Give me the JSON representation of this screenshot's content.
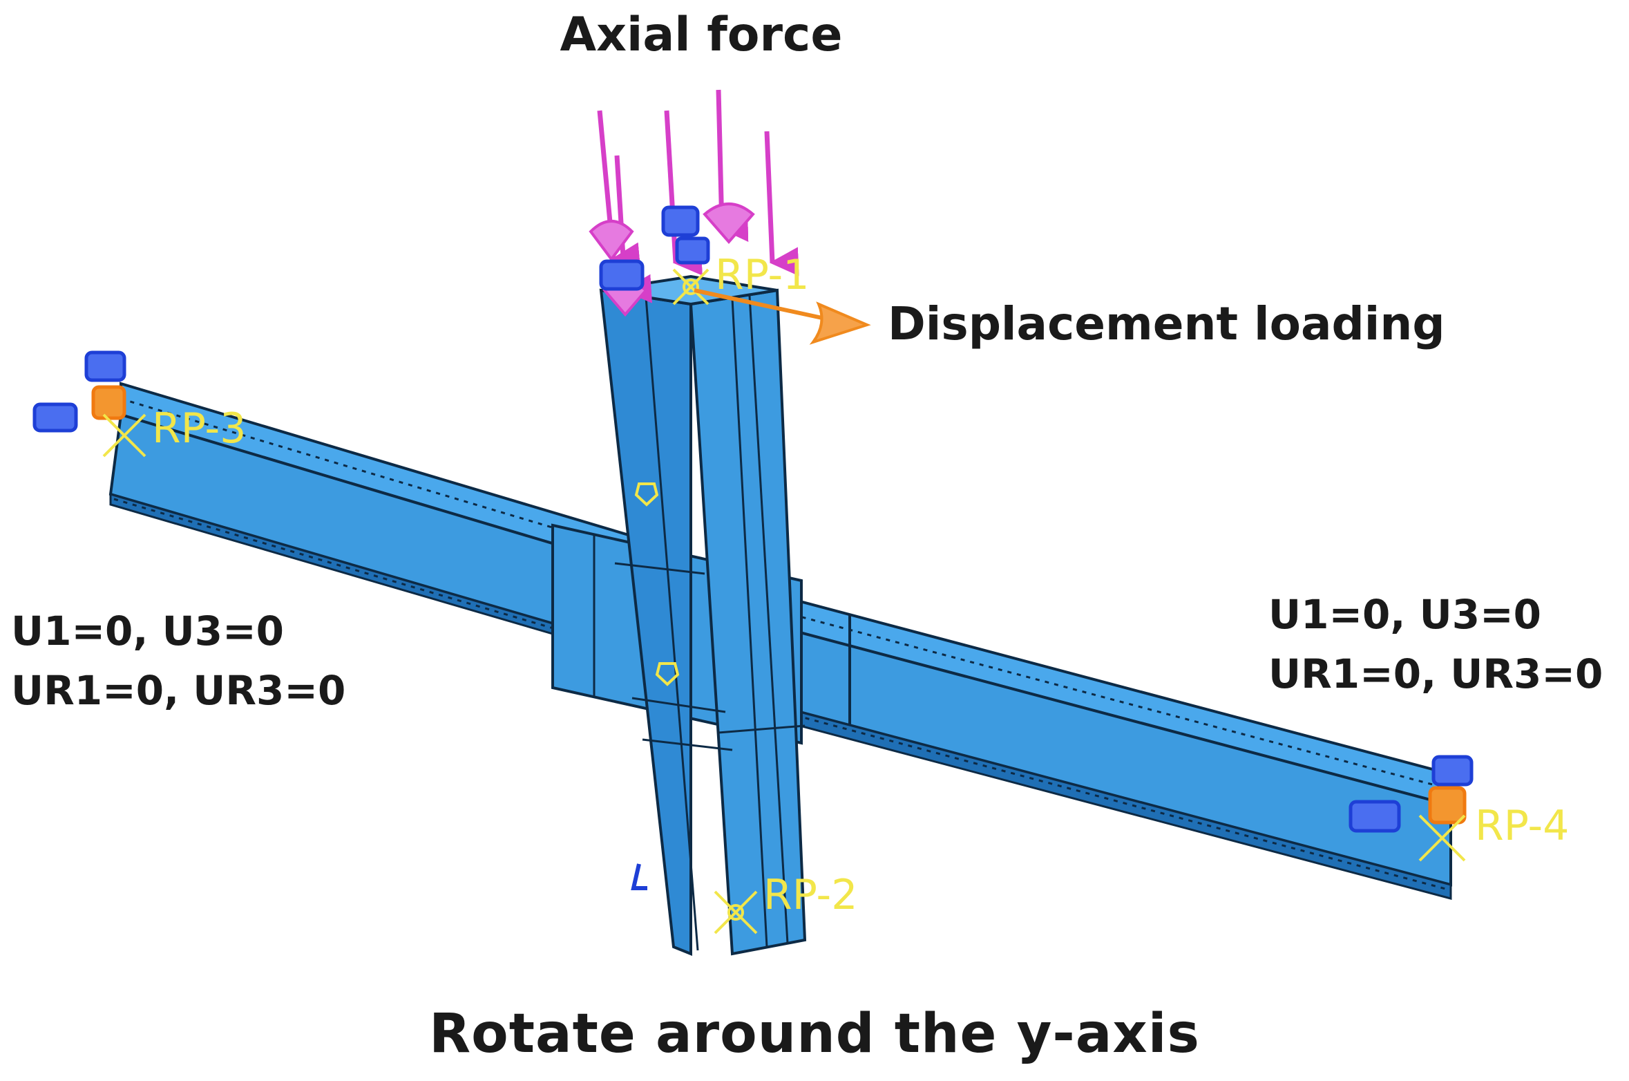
{
  "labels": {
    "axial_force": "Axial force",
    "displacement_loading": "Displacement loading",
    "rotate": "Rotate around the y-axis"
  },
  "boundary_left": {
    "line1": "U1=0, U3=0",
    "line2": "UR1=0, UR3=0"
  },
  "boundary_right": {
    "line1": "U1=0, U3=0",
    "line2": "UR1=0, UR3=0"
  },
  "reference_points": [
    "RP-1",
    "RP-2",
    "RP-3",
    "RP-4"
  ],
  "colors": {
    "steel": "#3d9be0",
    "steel_dark": "#1f6fb5",
    "edge": "#0d2a45",
    "axial_arrow": "#d63fc8",
    "displacement_arrow": "#f08a1e",
    "constraint": "#1e3fd6",
    "constraint_orange": "#f07a10",
    "reference_point": "#f2e64a"
  }
}
